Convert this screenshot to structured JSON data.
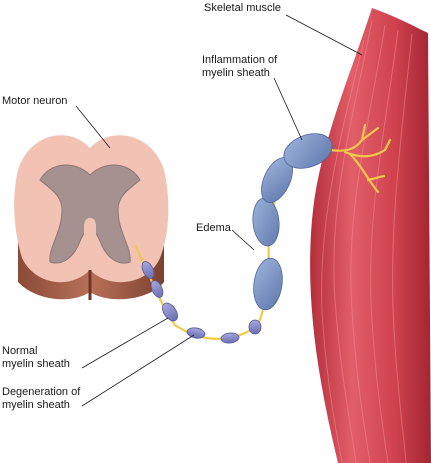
{
  "labels": {
    "skeletal_muscle": "Skeletal muscle",
    "inflammation_line1": "Inflammation of",
    "inflammation_line2": "myelin sheath",
    "motor_neuron": "Motor neuron",
    "edema": "Edema",
    "normal_line1": "Normal",
    "normal_line2": "myelin sheath",
    "degeneration_line1": "Degeneration of",
    "degeneration_line2": "myelin sheath"
  },
  "colors": {
    "muscle": "#c93a46",
    "muscle_highlight": "#e86b74",
    "cord_tissue": "#f2c2b4",
    "cord_gray_matter": "#9d8b89",
    "cord_base": "#a8624c",
    "myelin_swollen": "#7d97c6",
    "myelin_normal": "#8d8fc9",
    "axon": "#f2c94c"
  },
  "icons": [
    "spinal-cord-cross-section",
    "nerve-fiber",
    "skeletal-muscle"
  ]
}
